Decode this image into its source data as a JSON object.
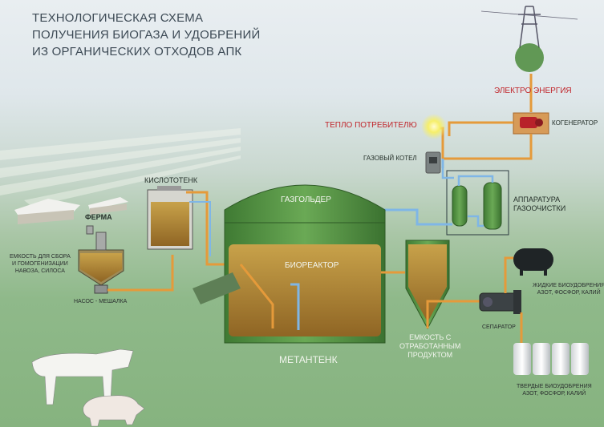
{
  "title": {
    "line1": "ТЕХНОЛОГИЧЕСКАЯ СХЕМА",
    "line2": "ПОЛУЧЕНИЯ БИОГАЗА И УДОБРЕНИЙ",
    "line3": "ИЗ ОРГАНИЧЕСКИХ ОТХОДОВ АПК"
  },
  "labels": {
    "farm": "ФЕРМА",
    "collection_tank_1": "ЕМКОСТЬ ДЛЯ СБОРА",
    "collection_tank_2": "И ГОМОГЕНИЗАЦИИ",
    "collection_tank_3": "НАВОЗА, СИЛОСА",
    "pump_mixer": "НАСОС - МЕШАЛКА",
    "acid_tank": "КИСЛОТОТЕНК",
    "gasholder": "ГАЗГОЛЬДЕР",
    "bioreactor": "БИОРЕАКТОР",
    "metatank": "МЕТАНТЕНК",
    "spent_tank_1": "ЕМКОСТЬ С",
    "spent_tank_2": "ОТРАБОТАННЫМ",
    "spent_tank_3": "ПРОДУКТОМ",
    "gas_cleaning_1": "АППАРАТУРА",
    "gas_cleaning_2": "ГАЗООЧИСТКИ",
    "gas_boiler": "ГАЗОВЫЙ КОТЕЛ",
    "heat_consumer": "ТЕПЛО ПОТРЕБИТЕЛЮ",
    "electricity": "ЭЛЕКТРО ЭНЕРГИЯ",
    "cogenerator": "КОГЕНЕРАТОР",
    "separator": "СЕПАРАТОР",
    "liquid_fert_1": "ЖИДКИЕ БИОУДОБРЕНИЯ",
    "liquid_fert_2": "АЗОТ, ФОСФОР, КАЛИЙ",
    "solid_fert_1": "ТВЕРДЫЕ БИОУДОБРЕНИЯ",
    "solid_fert_2": "АЗОТ, ФОСФОР, КАЛИЙ"
  },
  "colors": {
    "title": "#3d4a55",
    "accent_red": "#c0262b",
    "pipe_orange": "#e59a3a",
    "pipe_blue": "#7fb6e6",
    "tank_green": "#4d8a3e",
    "slurry": "#b9893a"
  }
}
